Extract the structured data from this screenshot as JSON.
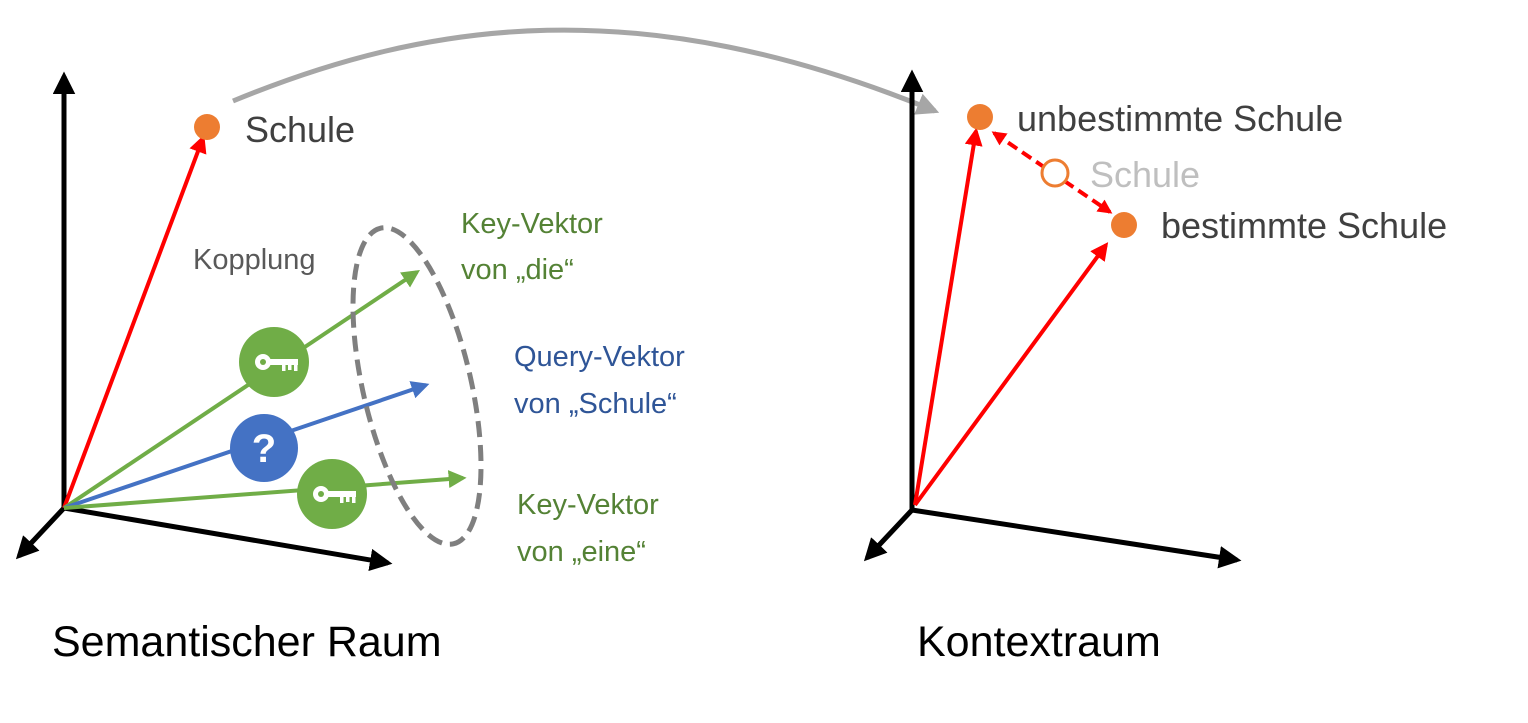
{
  "colors": {
    "axis": "#000000",
    "red": "#ff0000",
    "green": "#70ad47",
    "blue": "#4472c4",
    "orange": "#ed7d31",
    "gray": "#a6a6a6",
    "dashed_ellipse": "#7f7f7f",
    "text_dark": "#404040",
    "text_black": "#000000"
  },
  "left_panel": {
    "title": "Semantischer Raum",
    "word_label": "Schule",
    "coupling_label": "Kopplung",
    "key_vector_die": {
      "line1": "Key-Vektor",
      "line2": "von „die“"
    },
    "query_vector": {
      "line1": "Query-Vektor",
      "line2": "von „Schule“"
    },
    "key_vector_eine": {
      "line1": "Key-Vektor",
      "line2": "von „eine“"
    },
    "icons": {
      "key_upper": "key-icon",
      "query": "question-mark-icon",
      "key_lower": "key-icon"
    },
    "query_glyph": "?"
  },
  "right_panel": {
    "title": "Kontextraum",
    "indefinite_label": "unbestimmte Schule",
    "original_label": "Schule",
    "definite_label": "bestimmte Schule"
  }
}
